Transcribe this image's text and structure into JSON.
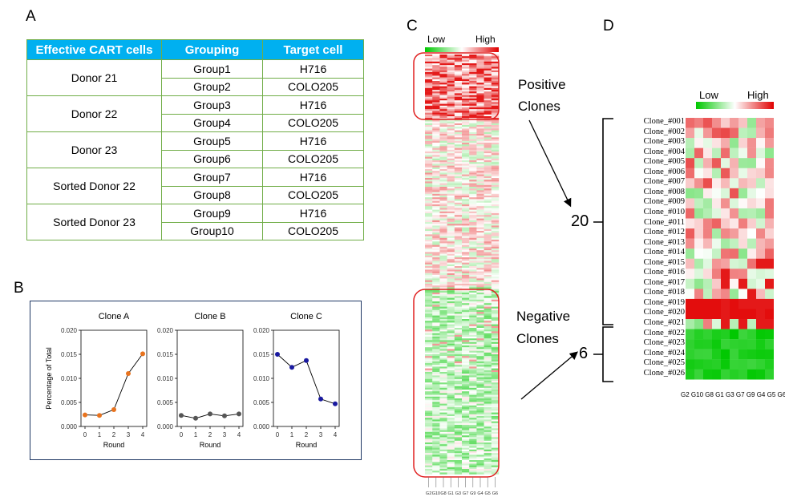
{
  "panels": {
    "a": "A",
    "b": "B",
    "c": "C",
    "d": "D"
  },
  "tableA": {
    "headers": [
      "Effective CART cells",
      "Grouping",
      "Target cell"
    ],
    "donors": [
      {
        "name": "Donor 21",
        "rows": [
          {
            "group": "Group1",
            "target": "H716"
          },
          {
            "group": "Group2",
            "target": "COLO205"
          }
        ]
      },
      {
        "name": "Donor 22",
        "rows": [
          {
            "group": "Group3",
            "target": "H716"
          },
          {
            "group": "Group4",
            "target": "COLO205"
          }
        ]
      },
      {
        "name": "Donor 23",
        "rows": [
          {
            "group": "Group5",
            "target": "H716"
          },
          {
            "group": "Group6",
            "target": "COLO205"
          }
        ]
      },
      {
        "name": "Sorted Donor 22",
        "rows": [
          {
            "group": "Group7",
            "target": "H716"
          },
          {
            "group": "Group8",
            "target": "COLO205"
          }
        ]
      },
      {
        "name": "Sorted Donor 23",
        "rows": [
          {
            "group": "Group9",
            "target": "H716"
          },
          {
            "group": "Group10",
            "target": "COLO205"
          }
        ]
      }
    ]
  },
  "chart_data": [
    {
      "type": "line",
      "title": "Clone A",
      "xlabel": "Round",
      "ylabel": "Percentage of Total",
      "x": [
        0,
        1,
        2,
        3,
        4
      ],
      "values": [
        0.0024,
        0.0023,
        0.0035,
        0.011,
        0.0151
      ],
      "ylim": [
        0,
        0.02
      ],
      "yticks": [
        "0.000",
        "0.005",
        "0.010",
        "0.015",
        "0.020"
      ],
      "xticks": [
        "0",
        "1",
        "2",
        "3",
        "4"
      ],
      "color": "#e8731e",
      "grid": false
    },
    {
      "type": "line",
      "title": "Clone B",
      "xlabel": "Round",
      "ylabel": "",
      "x": [
        0,
        1,
        2,
        3,
        4
      ],
      "values": [
        0.0023,
        0.0017,
        0.0026,
        0.0022,
        0.0026
      ],
      "ylim": [
        0,
        0.02
      ],
      "yticks": [
        "0.000",
        "0.005",
        "0.010",
        "0.015",
        "0.020"
      ],
      "xticks": [
        "0",
        "1",
        "2",
        "3",
        "4"
      ],
      "color": "#555555",
      "grid": false
    },
    {
      "type": "line",
      "title": "Clone C",
      "xlabel": "Round",
      "ylabel": "",
      "x": [
        0,
        1,
        2,
        3,
        4
      ],
      "values": [
        0.015,
        0.0123,
        0.0137,
        0.0057,
        0.0047
      ],
      "ylim": [
        0,
        0.02
      ],
      "yticks": [
        "0.000",
        "0.005",
        "0.010",
        "0.015",
        "0.020"
      ],
      "xticks": [
        "0",
        "1",
        "2",
        "3",
        "4"
      ],
      "color": "#1a1aa0",
      "grid": false
    }
  ],
  "heatmapC": {
    "legend_low": "Low",
    "legend_high": "High",
    "columns": [
      "G2",
      "G10",
      "G8",
      "G1",
      "G3",
      "G7",
      "G9",
      "G4",
      "G5",
      "G6"
    ],
    "positive_label_1": "Positive",
    "positive_label_2": "Clones",
    "negative_label_1": "Negative",
    "negative_label_2": "Clones"
  },
  "heatmapD": {
    "legend_low": "Low",
    "legend_high": "High",
    "columns_label": "G2 G10 G8 G1 G3 G7 G9 G4 G5 G6",
    "count_positive": "20",
    "count_negative": "6",
    "positive_clones": [
      "Clone_#001",
      "Clone_#002",
      "Clone_#003",
      "Clone_#004",
      "Clone_#005",
      "Clone_#006",
      "Clone_#007",
      "Clone_#008",
      "Clone_#009",
      "Clone_#010",
      "Clone_#011",
      "Clone_#012",
      "Clone_#013",
      "Clone_#014",
      "Clone_#015",
      "Clone_#016",
      "Clone_#017",
      "Clone_#018",
      "Clone_#019",
      "Clone_#020",
      "Clone_#021"
    ],
    "negative_clones": [
      "Clone_#022",
      "Clone_#023",
      "Clone_#024",
      "Clone_#025",
      "Clone_#026"
    ]
  }
}
